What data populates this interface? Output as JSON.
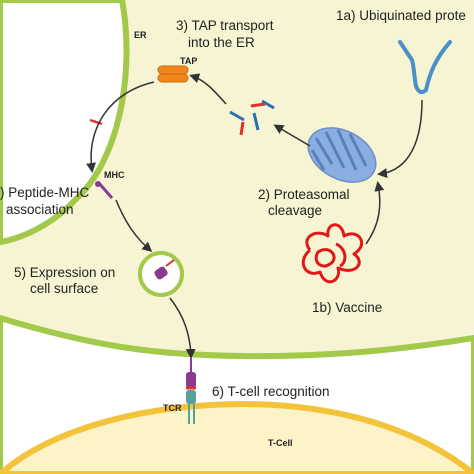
{
  "colors": {
    "cell_fill": "#f6f4d2",
    "membrane": "#a3c94a",
    "tcell_fill": "#fdf3c8",
    "tcell_membrane": "#f3c33a",
    "arrow": "#333333",
    "tap": "#f0851b",
    "peptide_red": "#e0302a",
    "peptide_blue": "#2a6fb5",
    "ubiquitin": "#4a90c8",
    "proteasome": "#8aaee0",
    "vaccine": "#e01818",
    "mhc": "#8a3a8c",
    "tcr": "#5aa09a"
  },
  "labels": {
    "er": "ER",
    "tap": "TAP",
    "mhc": "MHC",
    "tcr": "TCR",
    "tcell": "T-Cell"
  },
  "steps": {
    "s1a": "1a) Ubiquinated prote",
    "s1b": "1b) Vaccine",
    "s2_line1": "2) Proteasomal",
    "s2_line2": "cleavage",
    "s3_line1": "3) TAP transport",
    "s3_line2": "into the ER",
    "s4_line1": ") Peptide-MHC",
    "s4_line2": "association",
    "s5_line1": "5) Expression on",
    "s5_line2": "cell surface",
    "s6": "6) T-cell recognition"
  },
  "icons": [
    "ubiquitin-icon",
    "proteasome-icon",
    "vaccine-protein-icon",
    "tap-transporter-icon",
    "peptide-fragments-icon",
    "mhc-molecule-icon",
    "vesicle-icon",
    "tcr-receptor-icon"
  ]
}
